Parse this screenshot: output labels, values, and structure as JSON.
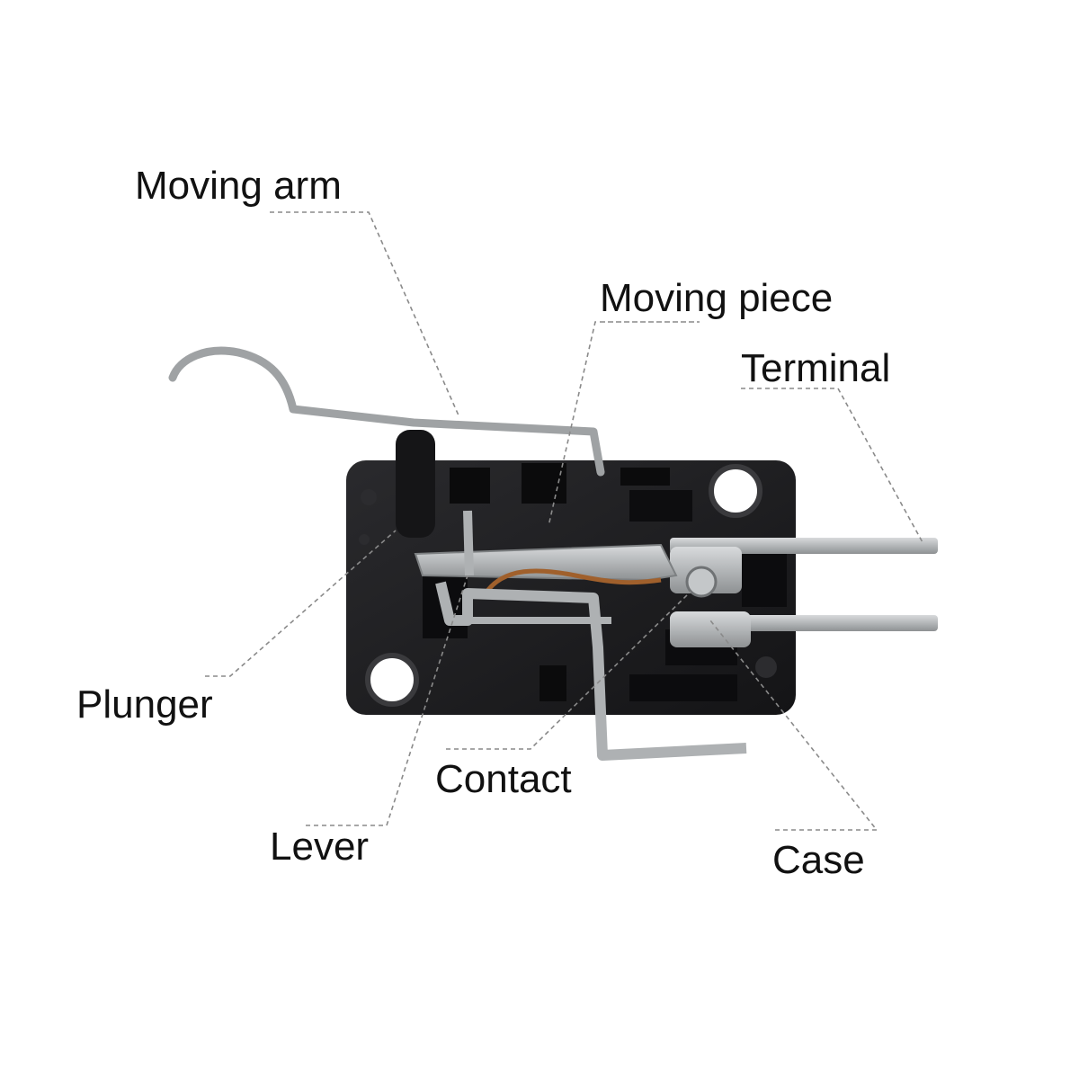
{
  "labels": {
    "moving_arm": "Moving arm",
    "moving_piece": "Moving piece",
    "terminal": "Terminal",
    "plunger": "Plunger",
    "contact": "Contact",
    "lever": "Lever",
    "case": "Case"
  },
  "colors": {
    "case_body": "#1b1b1d",
    "metal": "#b9bcbe",
    "copper_spring": "#a0602c",
    "leader_line": "#8a8a8a"
  }
}
